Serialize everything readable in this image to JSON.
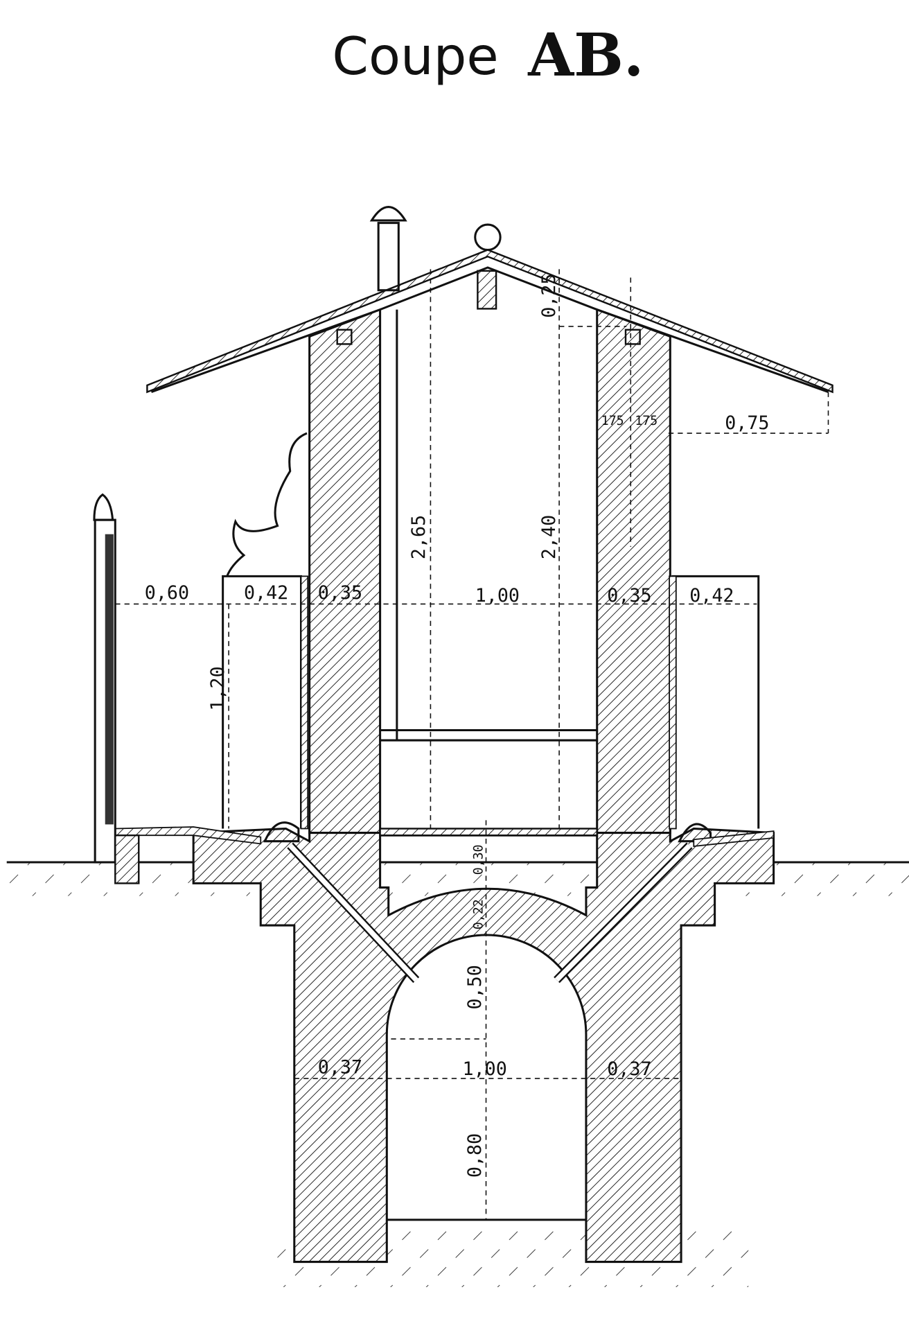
{
  "title": {
    "word": "Coupe",
    "letters": "AB."
  },
  "dimensions": {
    "roof_rise": "0,25",
    "wall_half_left": "175",
    "wall_half_right": "175",
    "eave_overhang": "0,75",
    "height_total": "2,65",
    "height_inner": "2,40",
    "fence_gap": "0,60",
    "bench_left": "0,42",
    "wall_left": "0,35",
    "interior_width": "1,00",
    "wall_right": "0,35",
    "bench_right": "0,42",
    "bench_height": "1,20",
    "floor_thickness": "0,30",
    "vault_thickness": "0,22",
    "arch_rise": "0,50",
    "foundation_left": "0,37",
    "tunnel_width": "1,00",
    "foundation_right": "0,37",
    "tunnel_wall_height": "0,80"
  }
}
